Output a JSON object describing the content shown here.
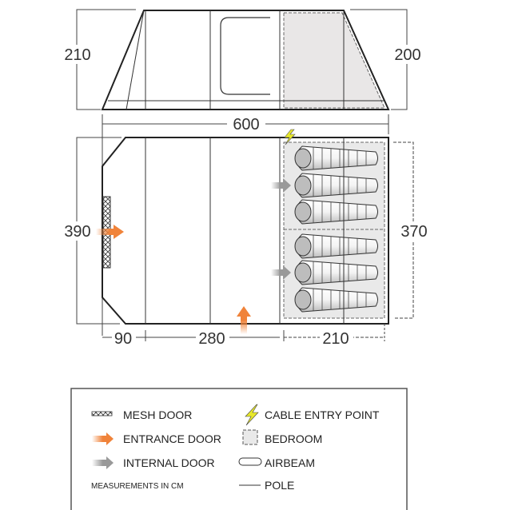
{
  "side_view": {
    "height_left": "210",
    "height_right": "200",
    "length": "600"
  },
  "floor_plan": {
    "width_left": "390",
    "bedroom_width": "370",
    "section_porch": "90",
    "section_living": "280",
    "section_bedroom": "210",
    "sleeping_bags": 6
  },
  "legend": {
    "mesh_door": "MESH DOOR",
    "entrance_door": "ENTRANCE DOOR",
    "internal_door": "INTERNAL DOOR",
    "measurements": "MEASUREMENTS IN CM",
    "cable_entry": "CABLE ENTRY POINT",
    "bedroom": "BEDROOM",
    "airbeam": "AIRBEAM",
    "pole": "POLE"
  },
  "colors": {
    "entrance": "#f0833a",
    "internal": "#999999",
    "cable": "#e8e82a",
    "bedroom_fill": "#e9e9e9"
  }
}
